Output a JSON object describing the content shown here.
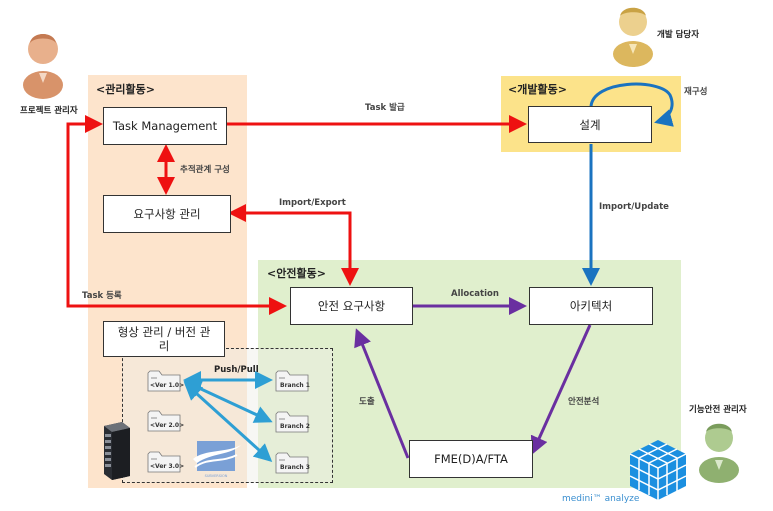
{
  "zones": {
    "management": "<관리활동>",
    "development": "<개발활동>",
    "safety": "<안전활동>"
  },
  "actors": {
    "project_manager": "프로젝트 관리자",
    "developer": "개발 담당자",
    "fs_manager": "기능안전 관리자"
  },
  "boxes": {
    "task_management": "Task Management",
    "requirements": "요구사항 관리",
    "config_mgmt": "형상 관리 / 버전 관리",
    "design": "설계",
    "safety_requirements": "안전 요구사항",
    "architecture": "아키텍처",
    "fmea_fta": "FME(D)A/FTA"
  },
  "edge_labels": {
    "task_issue": "Task 발급",
    "traceability": "추적관계 구성",
    "import_export": "Import/Export",
    "task_register": "Task 등록",
    "import_update": "Import/Update",
    "reconfigure": "재구성",
    "allocation": "Allocation",
    "derive": "도출",
    "safety_analysis": "안전분석",
    "push_pull": "Push/Pull"
  },
  "repository": {
    "versions": [
      "<Ver 1.0>",
      "<Ver 2.0>",
      "<Ver 3.0>"
    ],
    "branches": [
      "Branch 1",
      "Branch 2",
      "Branch 3"
    ],
    "subversion_label": "SUBVERSION"
  },
  "brand": {
    "name": "medini™ analyze"
  },
  "colors": {
    "red_flow": "#ee1111",
    "blue_flow": "#1a73c0",
    "purple_flow": "#6a2fa0",
    "push_pull": "#2e9fd4",
    "management_zone": "#fde4cc",
    "development_zone": "#fce38a",
    "safety_zone": "#e0efcd"
  }
}
